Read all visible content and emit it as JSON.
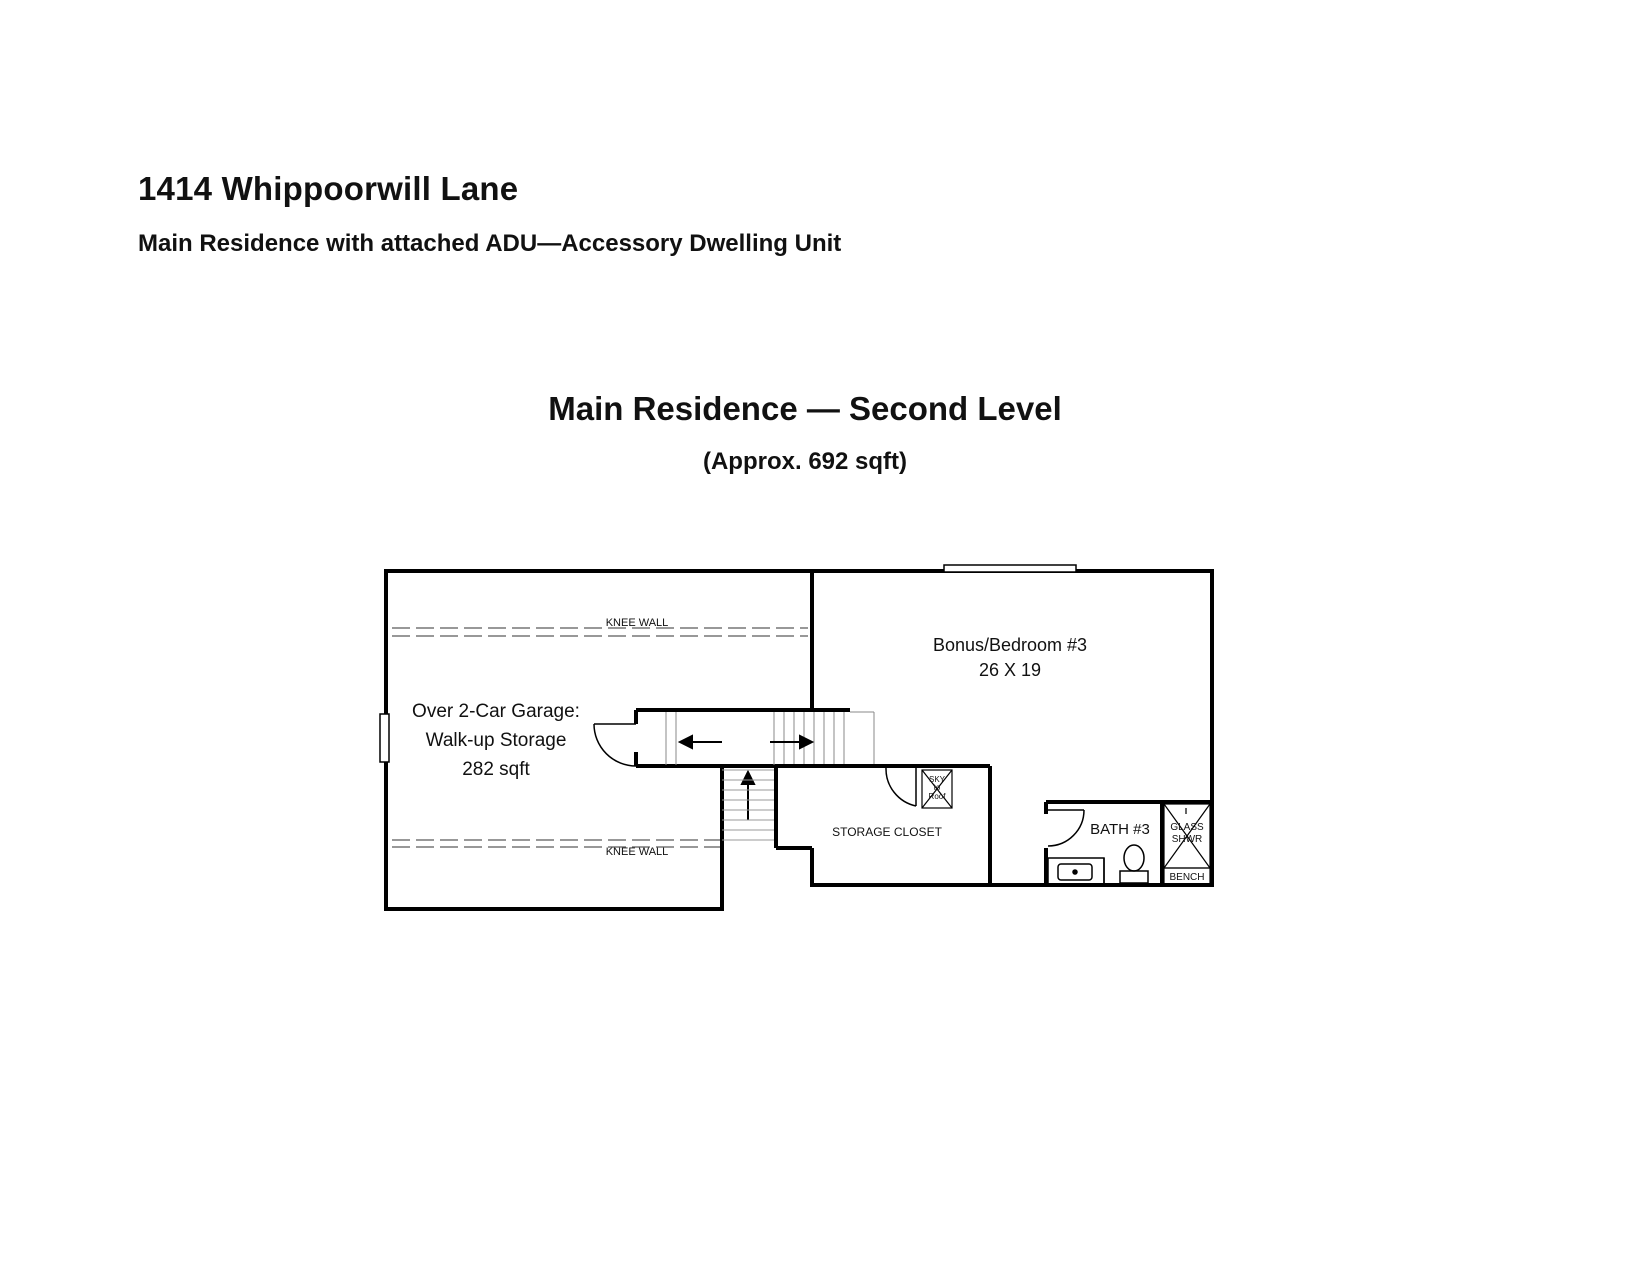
{
  "header": {
    "address": "1414 Whippoorwill Lane",
    "description": "Main Residence with attached ADU—Accessory Dwelling Unit"
  },
  "plan": {
    "title": "Main Residence — Second Level",
    "area": "(Approx. 692 sqft)",
    "rooms": {
      "garage_line1": "Over 2-Car Garage:",
      "garage_line2": "Walk-up Storage",
      "garage_line3": "282 sqft",
      "knee_wall_top": "KNEE WALL",
      "knee_wall_bottom": "KNEE WALL",
      "bonus_name": "Bonus/Bedroom #3",
      "bonus_dims": "26 X 19",
      "storage_closet": "STORAGE CLOSET",
      "sky_line1": "SKY",
      "sky_line2": "to",
      "sky_line3": "Roof",
      "bath": "BATH #3",
      "glass_line1": "GLASS",
      "glass_line2": "SHWR",
      "bench": "BENCH"
    }
  }
}
